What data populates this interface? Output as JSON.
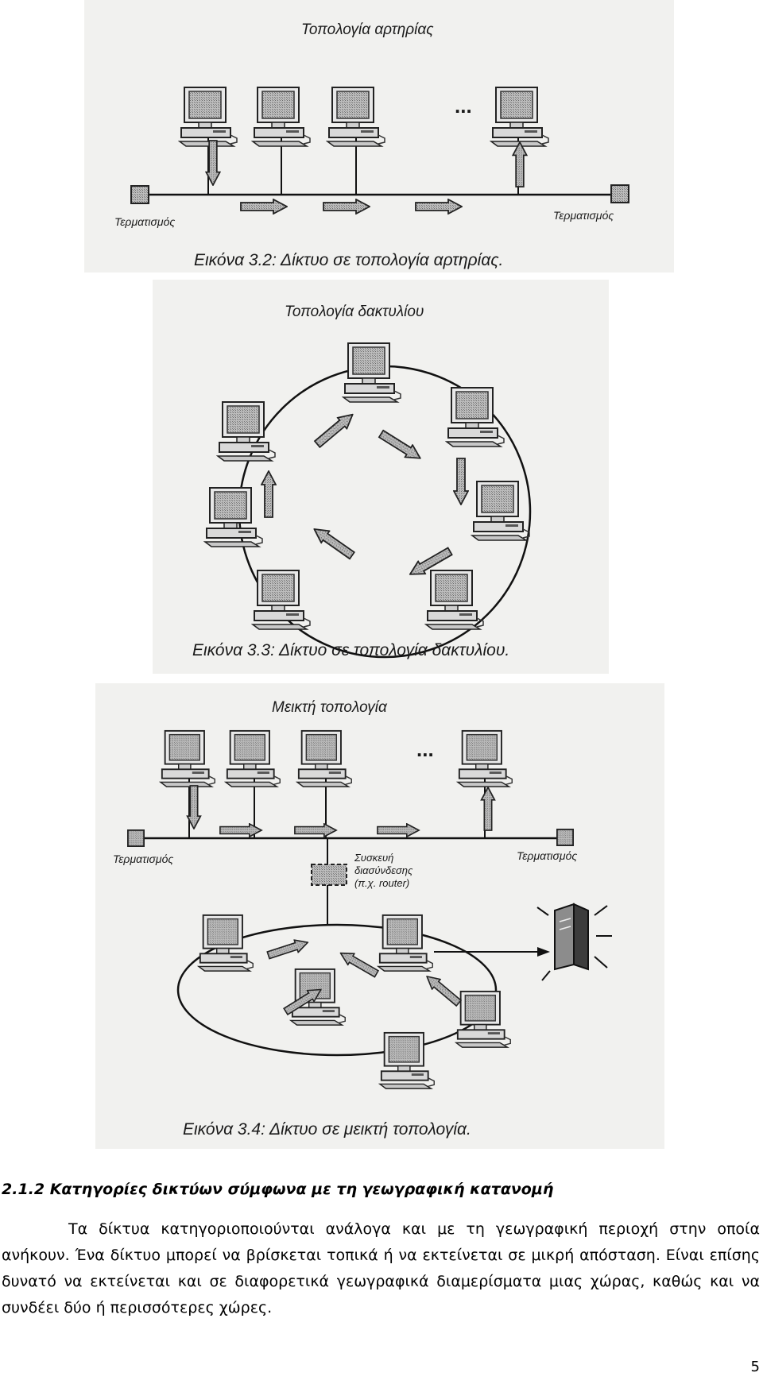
{
  "figures": [
    {
      "title": "Τοπολογία αρτηρίας",
      "caption": "Εικόνα 3.2: Δίκτυο σε τοπολογία αρτηρίας.",
      "terminator_left": "Τερματισμός",
      "terminator_right": "Τερματισμός",
      "ellipsis": "..."
    },
    {
      "title": "Τοπολογία δακτυλίου",
      "caption": "Εικόνα 3.3: Δίκτυο σε τοπολογία δακτυλίου."
    },
    {
      "title": "Μεικτή τοπολογία",
      "caption": "Εικόνα 3.4: Δίκτυο σε μεικτή τοπολογία.",
      "terminator_left": "Τερματισμός",
      "terminator_right": "Τερματισμός",
      "ellipsis": "...",
      "router_label": [
        "Συσκευή",
        "διασύνδεσης",
        "(π.χ. router)"
      ]
    }
  ],
  "section": {
    "heading": "2.1.2 Κατηγορίες δικτύων σύμφωνα με τη γεωγραφική κατανομή",
    "paragraph": "Τα δίκτυα κατηγοριοποιούνται ανάλογα και με τη γεωγραφική περιοχή στην οποία ανήκουν. Ένα δίκτυο μπορεί να βρίσκεται τοπικά ή να εκτείνεται σε μικρή απόσταση. Είναι επίσης δυνατό να εκτείνεται και σε διαφορετικά γεωγραφικά διαμερίσματα μιας χώρας, καθώς και να συνδέει δύο ή περισσότερες χώρες."
  },
  "page_number": "5"
}
